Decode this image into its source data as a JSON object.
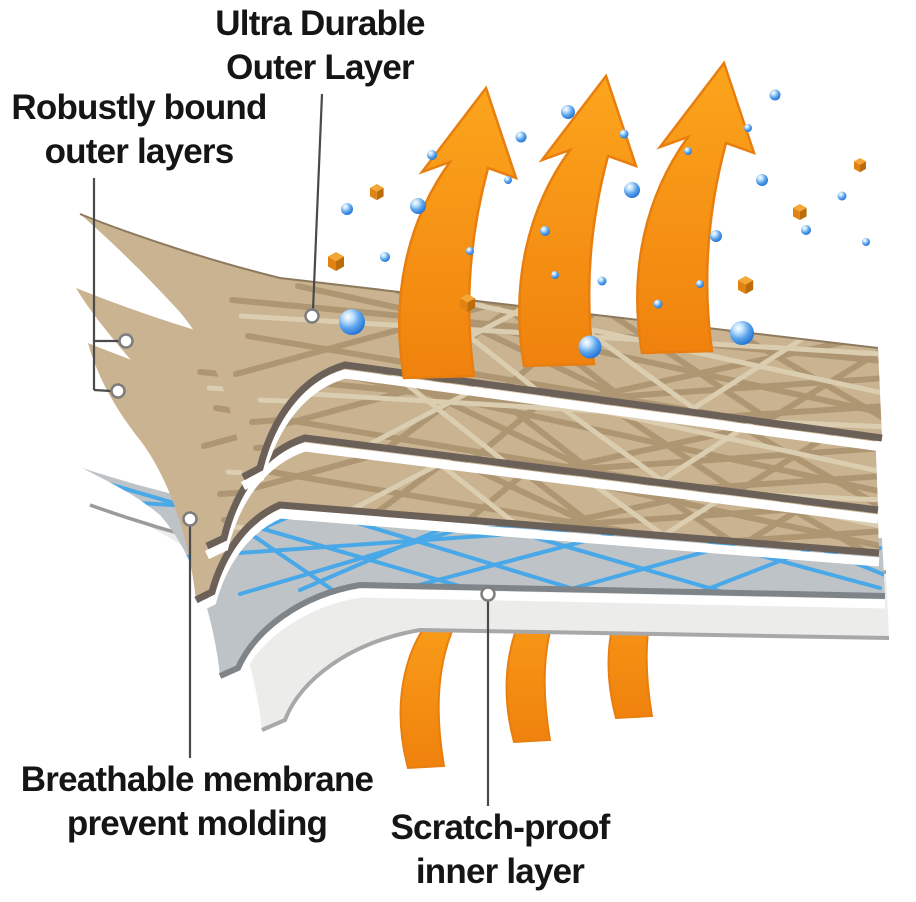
{
  "labels": {
    "outer_layer": "Ultra Durable\nOuter Layer",
    "bound_layers": "Robustly bound\nouter layers",
    "membrane": "Breathable membrane\nprevent molding",
    "inner_layer": "Scratch-proof\ninner layer"
  },
  "colors": {
    "background": "#FFFFFF",
    "text_black": "#151515",
    "fabric_tan": "#C9B390",
    "fiber_dark": "#AC9370",
    "fiber_light": "#DBCDB0",
    "edge_dark": "#6B6158",
    "membrane_gray": "#BDC3C7",
    "membrane_blue": "#49A8E8",
    "membrane_edge": "#7E8488",
    "inner_white": "#ECECEA",
    "inner_edge": "#9B9B9B",
    "arrow_orange": "#F7941E",
    "arrow_outline": "#E87E0F",
    "droplet_blue": "#2F7FD6",
    "cube_orange": "#E08312",
    "callout_line": "#4A4A4A"
  },
  "icons": {
    "airflow_arrow": "orange curved up-arrow (vapor escaping)",
    "water_droplet": "blue glossy sphere",
    "dirt_particle": "small orange cube",
    "callout_dot": "white circle marker on layer"
  }
}
